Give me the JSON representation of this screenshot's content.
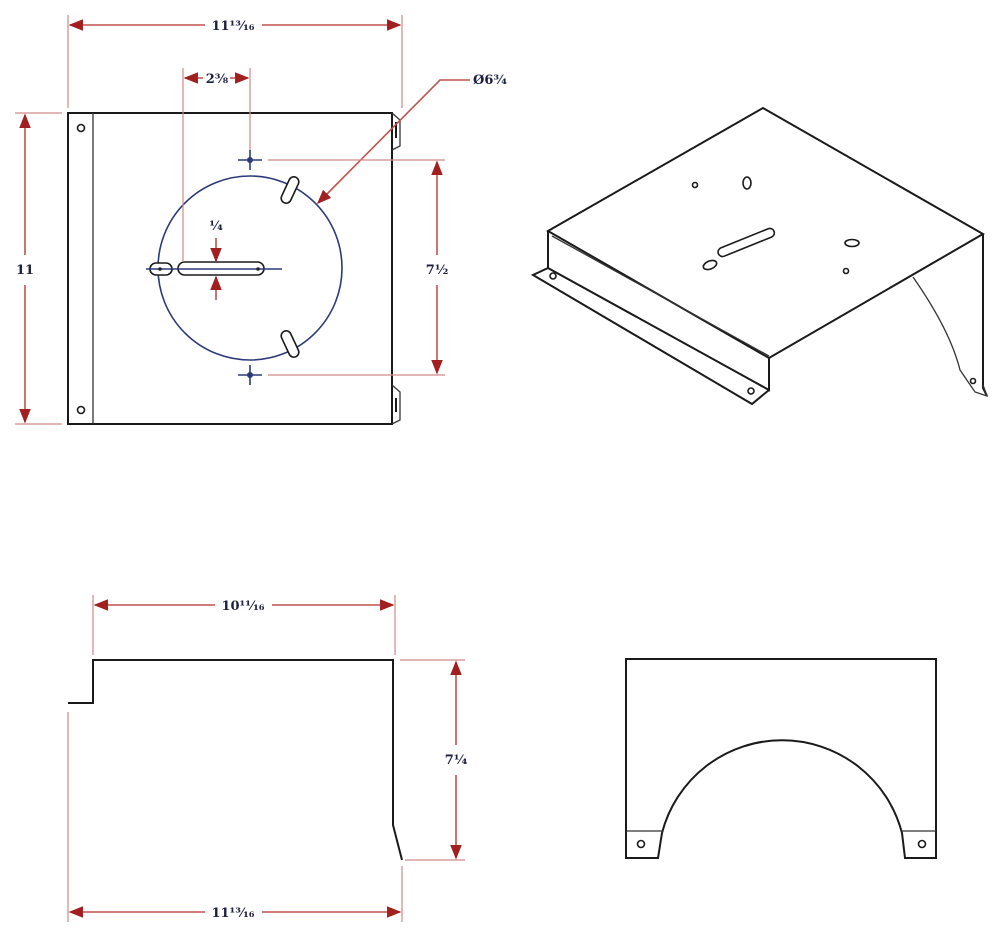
{
  "drawing": {
    "title": "Sheet metal bracket - multiview drawing",
    "views": [
      {
        "name": "top-view",
        "dimensions": {
          "overall_width": "11 13/16",
          "hole_offset": "2 3/8",
          "circle_diameter": "Ø6 3/4",
          "overall_height": "11",
          "hole_spacing": "7 1/2",
          "slot_width": "1/4"
        }
      },
      {
        "name": "isometric-view"
      },
      {
        "name": "side-view",
        "dimensions": {
          "top_length": "10 11/16",
          "height": "7 1/4",
          "bottom_length": "11 13/16"
        }
      },
      {
        "name": "front-view"
      }
    ]
  },
  "labels": {
    "top_width": "11¹³⁄₁₆",
    "hole_offset": "2³⁄₈",
    "diameter": "Ø6³⁄₄",
    "height": "11",
    "spacing": "7¹⁄₂",
    "slot": "¹⁄₄",
    "side_top": "10¹¹⁄₁₆",
    "side_height": "7¹⁄₄",
    "side_bottom": "11¹³⁄₁₆"
  },
  "colors": {
    "outline": "#1a1a1a",
    "dimension": "#c0524f",
    "arrow": "#a11f1f",
    "centerline": "#2b3a7a",
    "text": "#1c2040"
  }
}
